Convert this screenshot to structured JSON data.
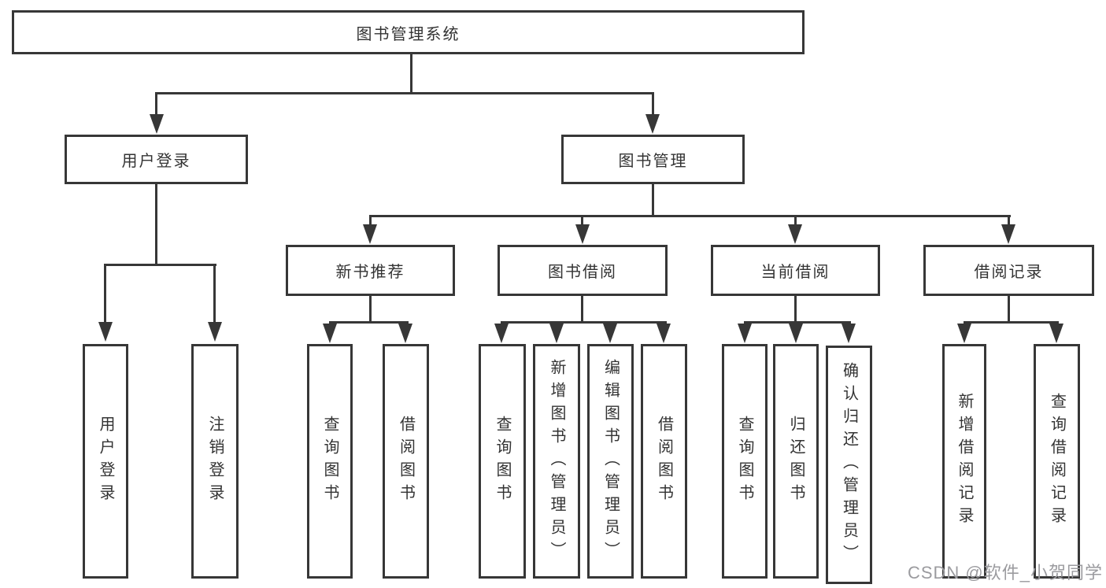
{
  "colors": {
    "line": "#373737",
    "text": "#333333",
    "watermark": "#9b9b9f",
    "background": "#ffffff"
  },
  "nodes": {
    "root": "图书管理系统",
    "user_login": "用户登录",
    "book_mgmt": "图书管理",
    "new_book_rec": "新书推荐",
    "book_borrow": "图书借阅",
    "current_borrow": "当前借阅",
    "borrow_record": "借阅记录",
    "leaf_user_login": "用户登录",
    "leaf_logout": "注销登录",
    "rec_query_book": "查询图书",
    "rec_borrow_book": "借阅图书",
    "bb_query_book": "查询图书",
    "bb_add_book": "新增图书（管理员）",
    "bb_edit_book": "编辑图书（管理员）",
    "bb_borrow_book": "借阅图书",
    "cb_query_book": "查询图书",
    "cb_return_book": "归还图书",
    "cb_confirm_return": "确认归还（管理员）",
    "br_add_record": "新增借阅记录",
    "br_query_record": "查询借阅记录"
  },
  "watermark": "CSDN @软件_小贺同学"
}
